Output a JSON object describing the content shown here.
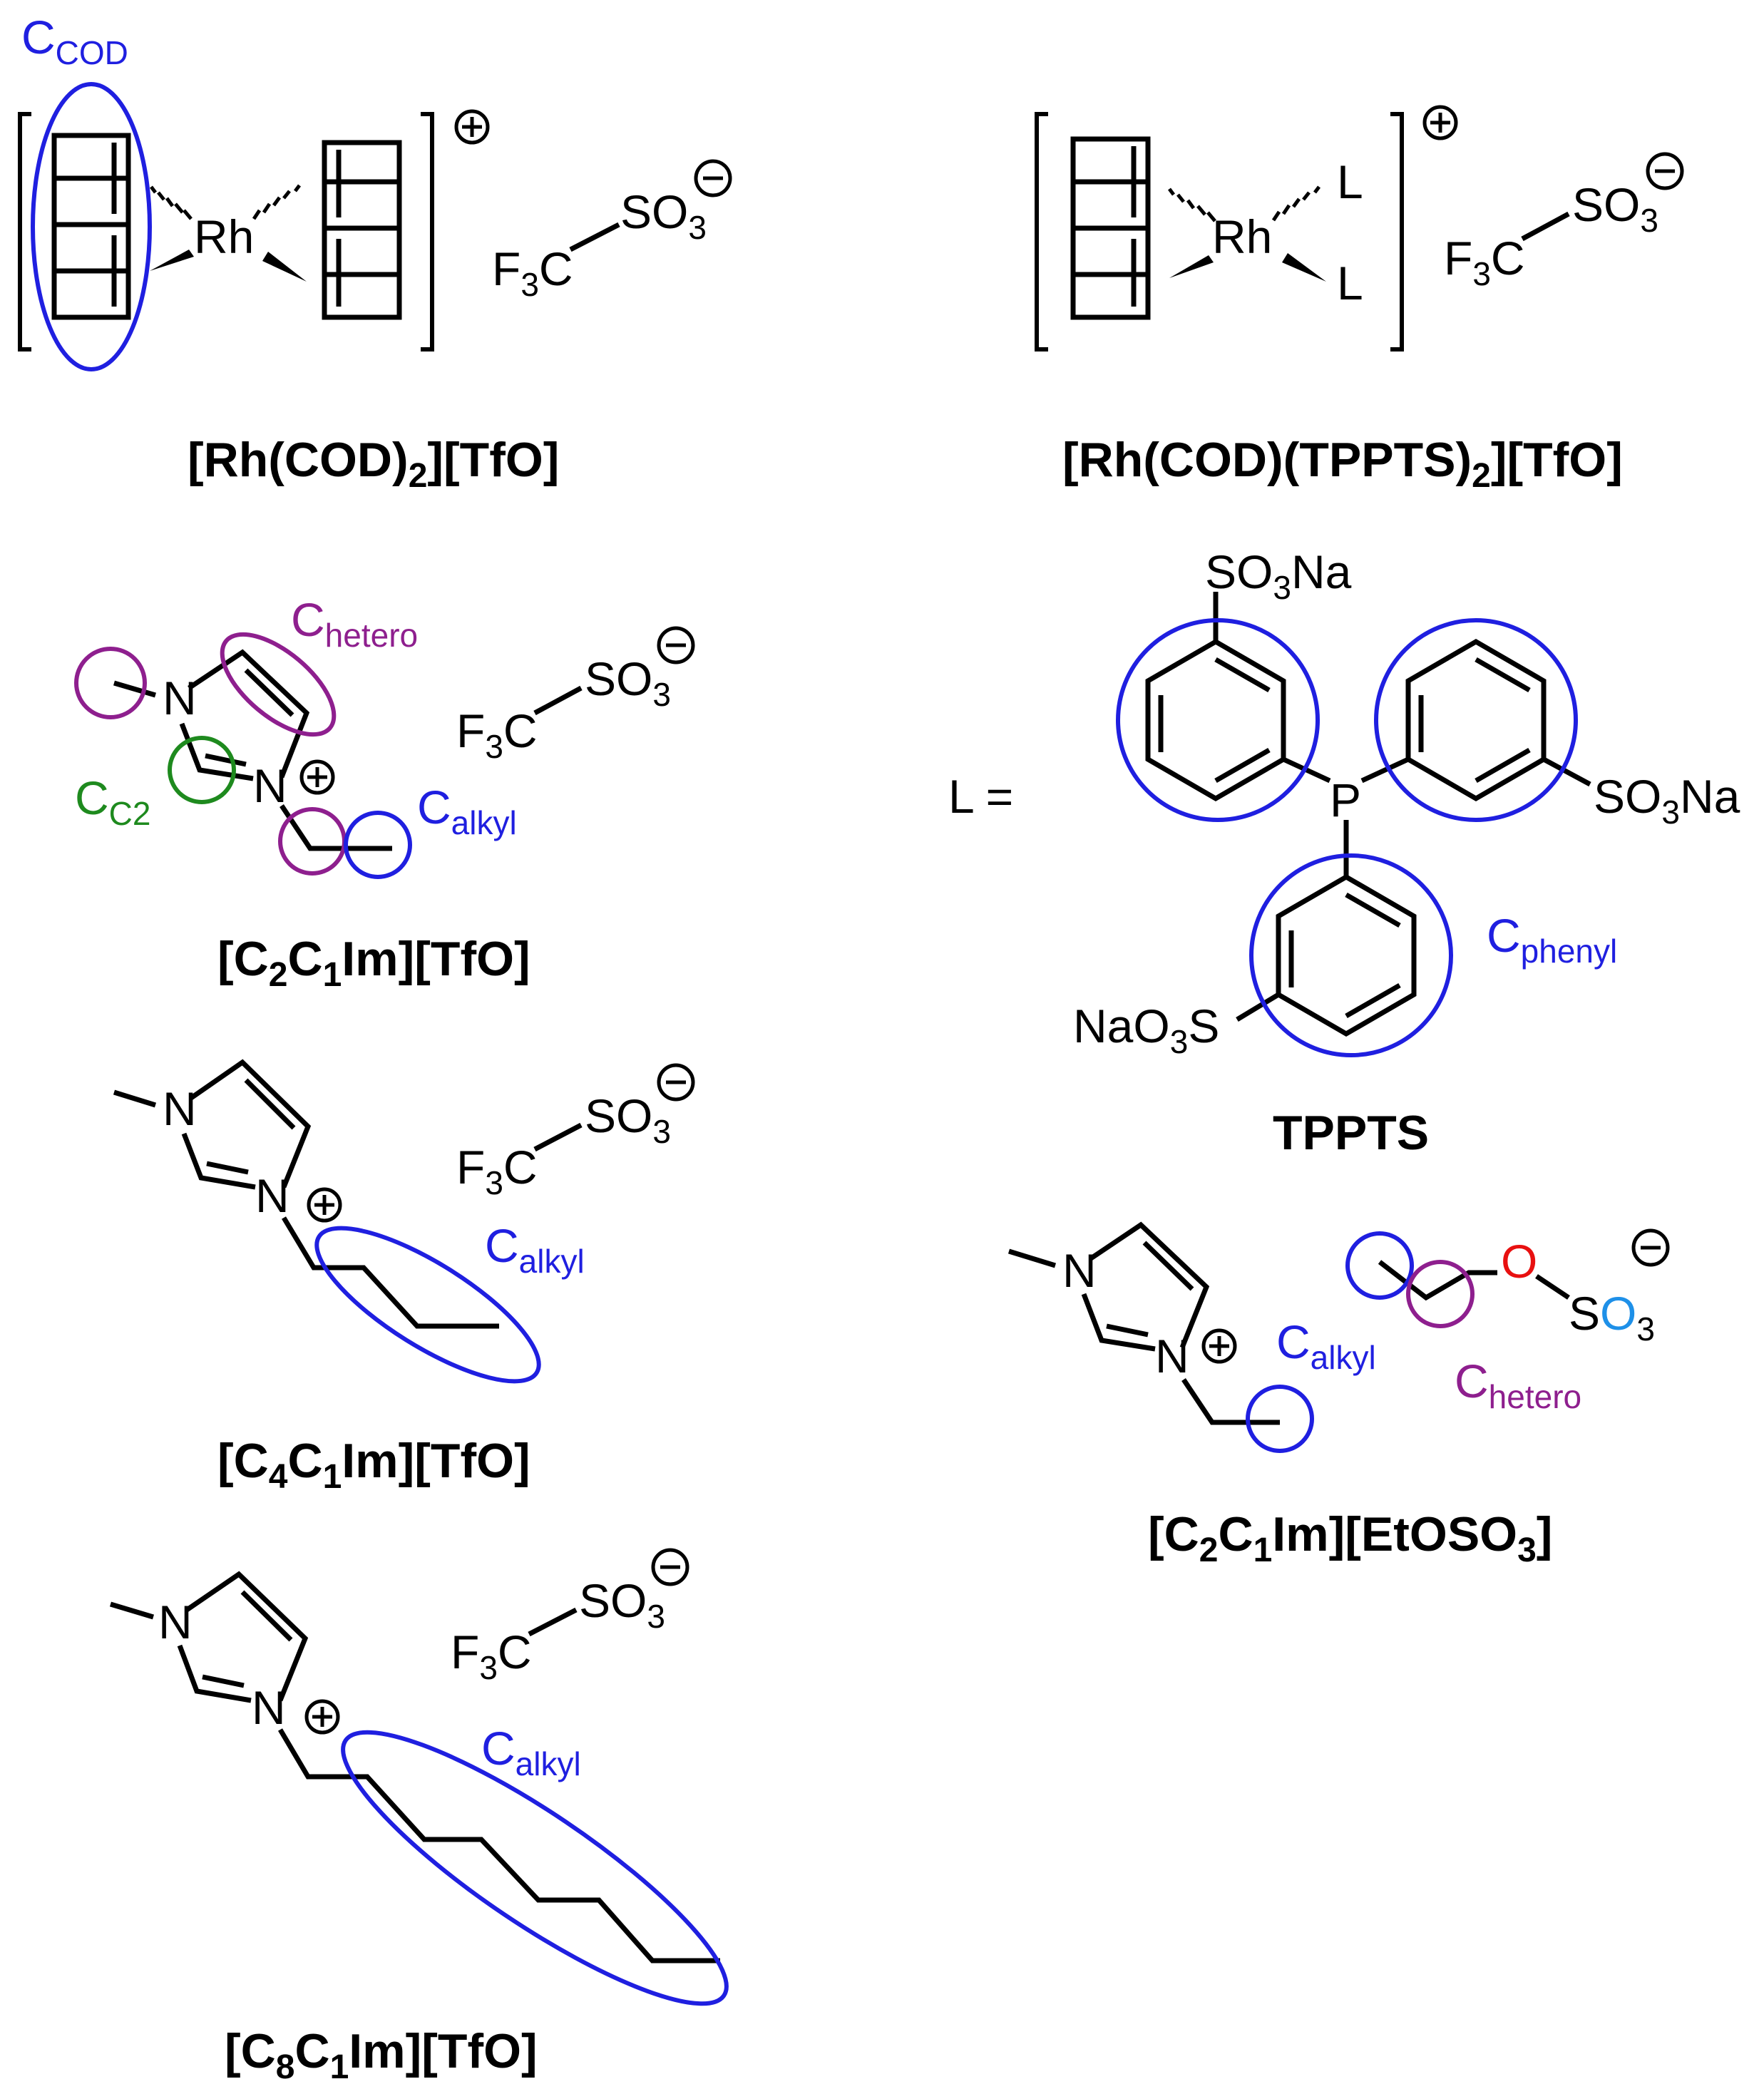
{
  "colors": {
    "bond": "#000000",
    "highlight_blue": "#1f1fe0",
    "highlight_purple": "#8e1f8e",
    "highlight_green": "#1e8a1e",
    "oxygen_red": "#e81010",
    "oxygen_lightblue": "#1e90e8"
  },
  "compounds": {
    "rh_cod2": {
      "title": "[Rh(COD)",
      "title_sub": "2",
      "title_end": "][TfO]",
      "tag": "C",
      "tag_sub": "COD",
      "metal": "Rh"
    },
    "rh_cod_tppts2": {
      "title": "[Rh(COD)(TPPTS)",
      "title_sub": "2",
      "title_end": "][TfO]",
      "metal": "Rh",
      "ligand": "L"
    },
    "c2c1im_tfo": {
      "title_a": "[C",
      "title_s1": "2",
      "title_b": "C",
      "title_s2": "1",
      "title_c": "Im][TfO]",
      "tag_hetero": "C",
      "tag_hetero_sub": "hetero",
      "tag_c2": "C",
      "tag_c2_sub": "C2",
      "tag_alkyl": "C",
      "tag_alkyl_sub": "alkyl"
    },
    "c4c1im_tfo": {
      "title_a": "[C",
      "title_s1": "4",
      "title_b": "C",
      "title_s2": "1",
      "title_c": "Im][TfO]",
      "tag_alkyl": "C",
      "tag_alkyl_sub": "alkyl"
    },
    "c8c1im_tfo": {
      "title_a": "[C",
      "title_s1": "8",
      "title_b": "C",
      "title_s2": "1",
      "title_c": "Im][TfO]",
      "tag_alkyl": "C",
      "tag_alkyl_sub": "alkyl"
    },
    "tppts": {
      "title": "TPPTS",
      "prefix": "L =",
      "so3na": "SO",
      "so3na_sub": "3",
      "so3na_end": "Na",
      "nao3s": "NaO",
      "nao3s_sub": "3",
      "nao3s_end": "S",
      "phosphorus": "P",
      "tag": "C",
      "tag_sub": "phenyl"
    },
    "c2c1im_etoso3": {
      "title_a": "[C",
      "title_s1": "2",
      "title_b": "C",
      "title_s2": "1",
      "title_c": "Im][EtOSO",
      "title_s3": "3",
      "title_d": "]",
      "tag_alkyl": "C",
      "tag_alkyl_sub": "alkyl",
      "tag_hetero": "C",
      "tag_hetero_sub": "hetero",
      "oxygen": "O",
      "sulfur": "S",
      "o3": "O",
      "o3_sub": "3"
    }
  },
  "atoms": {
    "nitrogen": "N",
    "triflate_f": "F",
    "triflate_f_sub": "3",
    "triflate_c": "C",
    "triflate_so": "SO",
    "triflate_so_sub": "3"
  }
}
